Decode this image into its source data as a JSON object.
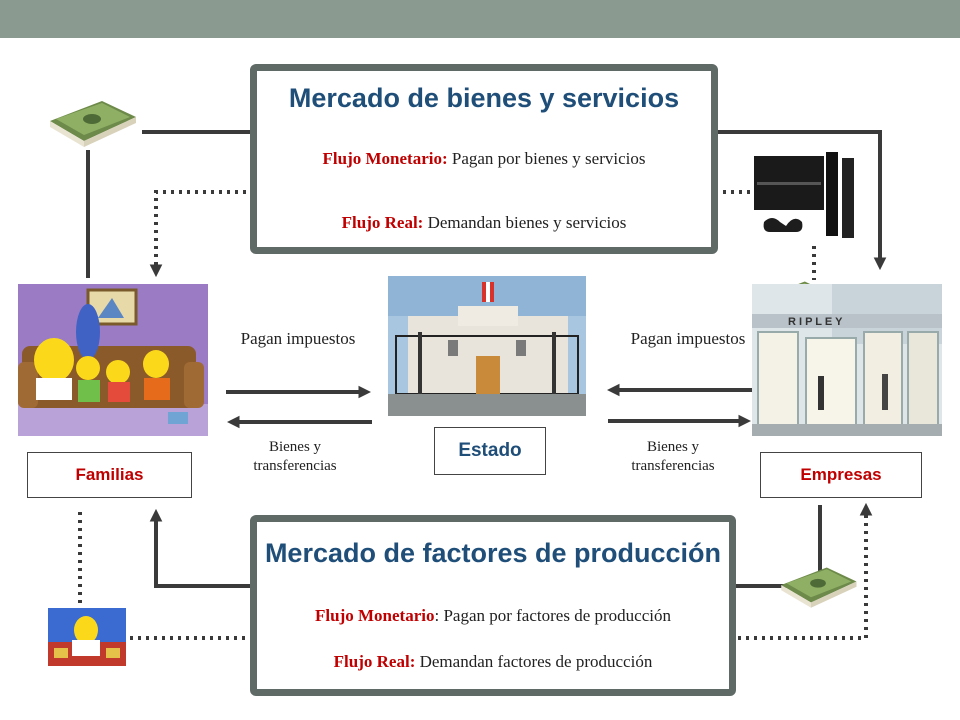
{
  "market_goods": {
    "title": "Mercado de bienes y servicios",
    "monetary_key": "Flujo Monetario:",
    "monetary_text": " Pagan por bienes y servicios",
    "real_key": "Flujo Real:",
    "real_text": " Demandan bienes y servicios"
  },
  "market_factors": {
    "title": "Mercado de factores de producción",
    "monetary_key": "Flujo Monetario",
    "monetary_text": ": Pagan por factores de producción",
    "real_key": "Flujo Real:",
    "real_text": " Demandan factores de producción"
  },
  "agents": {
    "families": "Familias",
    "state": "Estado",
    "companies": "Empresas"
  },
  "flows": {
    "taxes_left": "Pagan impuestos",
    "taxes_right": "Pagan impuestos",
    "goods_left": "Bienes y transferencias",
    "goods_right": "Bienes y transferencias"
  },
  "store_sign": "R I P L E Y",
  "colors": {
    "market_title": "#1f4e79",
    "flow_key": "#c00000",
    "agent_label": "#c00000",
    "state_label": "#1f4e79",
    "market_border": "#5f6a66",
    "top_bar": "#8a9a91"
  }
}
